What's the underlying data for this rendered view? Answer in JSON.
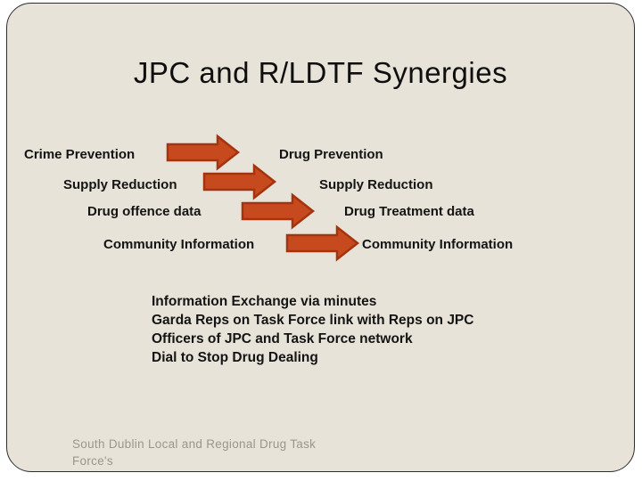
{
  "slide": {
    "title": "JPC and R/LDTF Synergies",
    "synergy_rows": [
      {
        "left": "Crime Prevention",
        "right": "Drug Prevention"
      },
      {
        "left": "Supply Reduction",
        "right": "Supply Reduction"
      },
      {
        "left": "Drug offence data",
        "right": "Drug Treatment data"
      },
      {
        "left": "Community Information",
        "right": "Community Information"
      }
    ],
    "notes": {
      "lines": [
        "Information Exchange via minutes",
        "Garda Reps on Task Force link with Reps on JPC",
        "Officers of JPC and Task Force network",
        "Dial to Stop Drug Dealing"
      ]
    },
    "footer": "South Dublin Local and Regional Drug Task Force's",
    "colors": {
      "slide_background": "#e8e3d8",
      "arrow_fill": "#c64a1d",
      "arrow_border": "#a5330f",
      "footer_text": "#9b968a"
    }
  }
}
